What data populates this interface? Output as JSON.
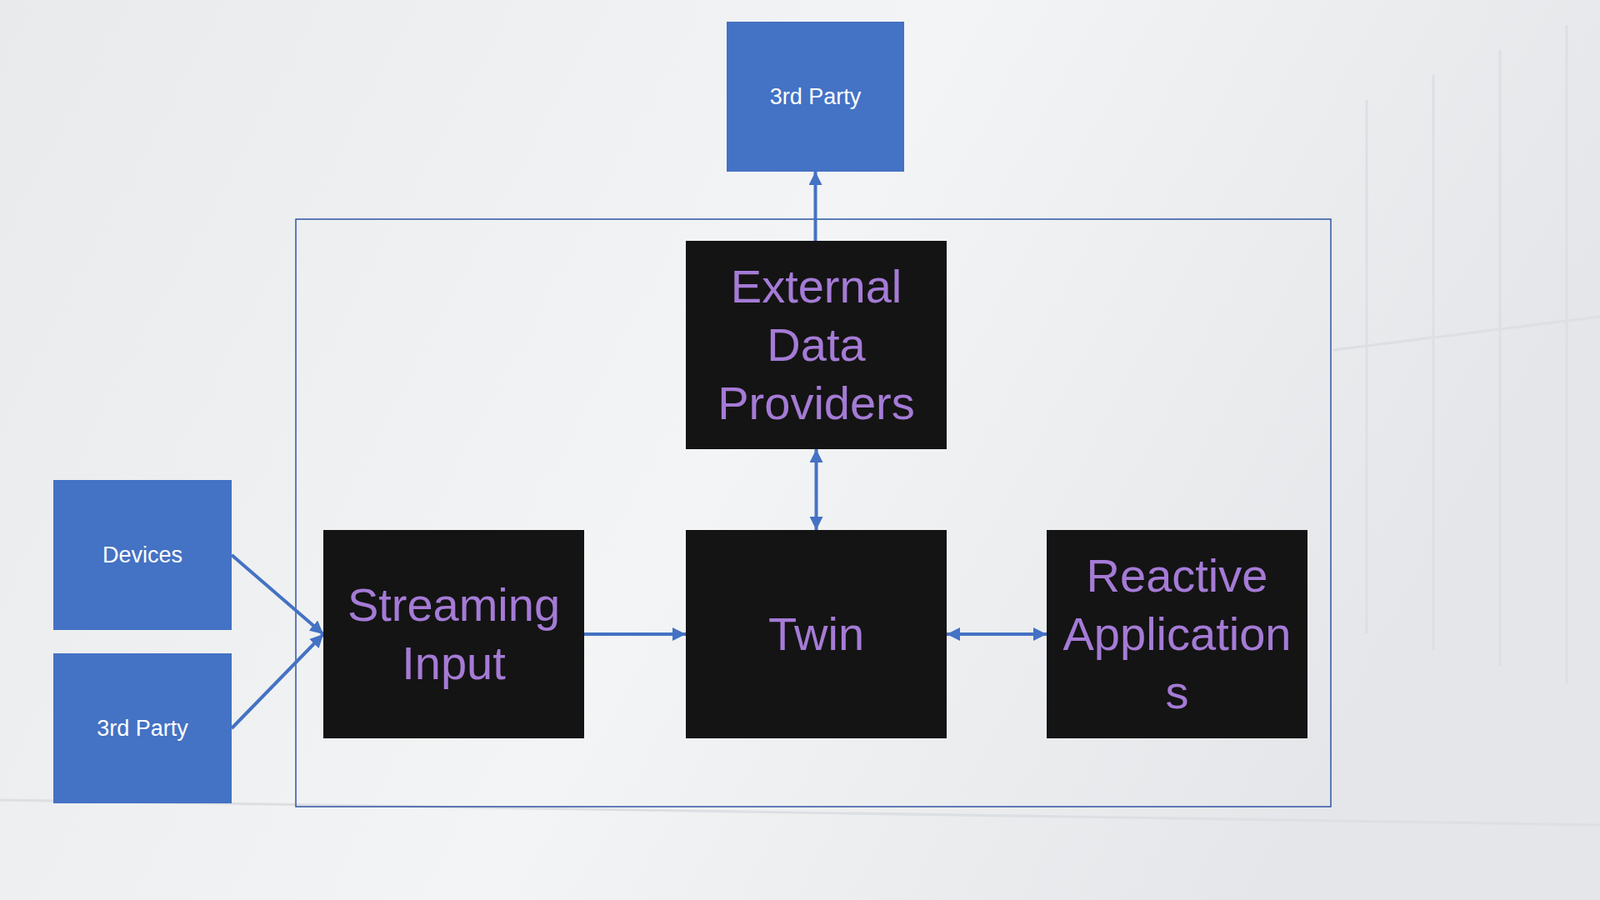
{
  "diagram": {
    "nodes": [
      {
        "text": [
          "3rd Party"
        ]
      },
      {
        "text": [
          "External Data Providers"
        ]
      },
      {
        "text": [
          "Devices"
        ]
      },
      {
        "text": [
          "Streaming Input"
        ]
      },
      {
        "text": [
          "Twin"
        ]
      },
      {
        "text": [
          "Reactive Applications"
        ]
      },
      {
        "text": [
          "3rd Party"
        ]
      }
    ],
    "edges": [
      {
        "from": 2,
        "to": 3,
        "arrow": "to"
      },
      {
        "from": 6,
        "to": 3,
        "arrow": "to"
      },
      {
        "from": 3,
        "to": 4,
        "arrow": "to"
      },
      {
        "from": 1,
        "to": 4,
        "arrow": "both"
      },
      {
        "from": 4,
        "to": 5,
        "arrow": "both"
      },
      {
        "from": 1,
        "to": 0,
        "arrow": "to"
      }
    ]
  }
}
